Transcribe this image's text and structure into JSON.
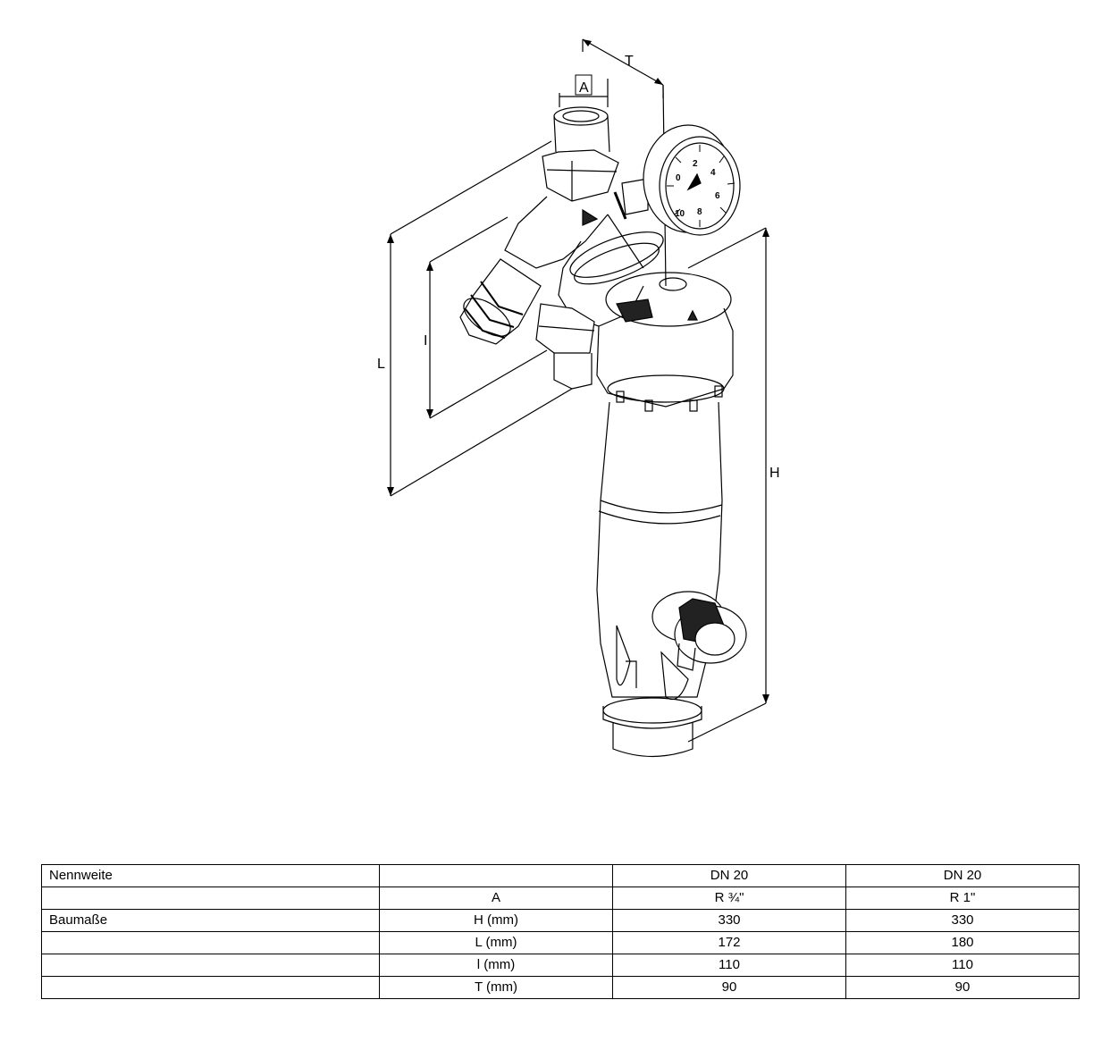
{
  "drawing": {
    "dimension_labels": {
      "a": "A",
      "t": "T",
      "l": "L",
      "i": "I",
      "h": "H"
    },
    "gauge_numbers": [
      "0",
      "2",
      "4",
      "6",
      "8",
      "10"
    ]
  },
  "table": {
    "rows": [
      [
        "Nennweite",
        "",
        "DN 20",
        "DN 20"
      ],
      [
        "",
        "A",
        "R ¾\"",
        "R 1\""
      ],
      [
        "Baumaße",
        "H (mm)",
        "330",
        "330"
      ],
      [
        "",
        "L (mm)",
        "172",
        "180"
      ],
      [
        "",
        "l (mm)",
        "110",
        "110"
      ],
      [
        "",
        "T (mm)",
        "90",
        "90"
      ]
    ]
  }
}
